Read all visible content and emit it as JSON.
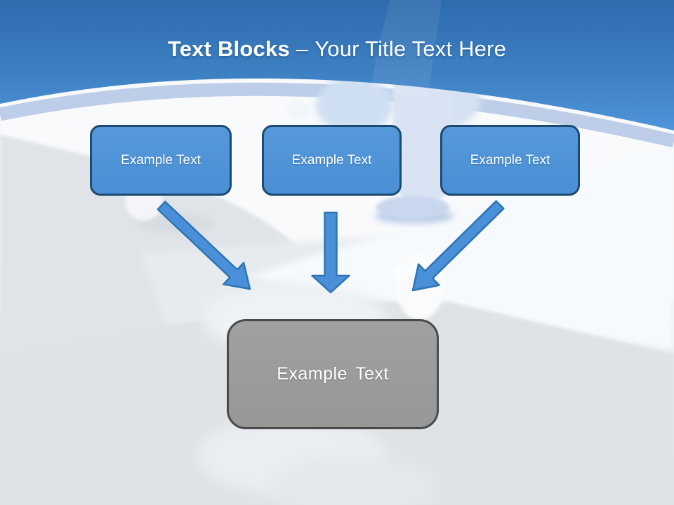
{
  "slide": {
    "title": {
      "emphasis": "Text Blocks",
      "separator": "–",
      "subtitle": "Your Title Text Here"
    },
    "source_blocks": [
      {
        "label": "Example Text"
      },
      {
        "label": "Example Text"
      },
      {
        "label": "Example Text"
      }
    ],
    "arrows": [
      {
        "name": "arrow-down-right"
      },
      {
        "name": "arrow-down"
      },
      {
        "name": "arrow-down-left"
      }
    ],
    "target_block": {
      "label": "Example Text"
    },
    "colors": {
      "header_blue_top": "#2d6bad",
      "header_blue_bottom": "#4f94d9",
      "rim_highlight": "#b7c8e5",
      "block_fill": "#4e94d7",
      "block_border": "#1d4a70",
      "arrow_fill": "#4a90d8",
      "arrow_outline": "#2e74b5",
      "target_fill": "#9b9b9b",
      "target_border": "#4a4a4a",
      "title_text": "#ffffff",
      "block_text": "#ffffff",
      "background_gray": "#dde1e5"
    }
  }
}
